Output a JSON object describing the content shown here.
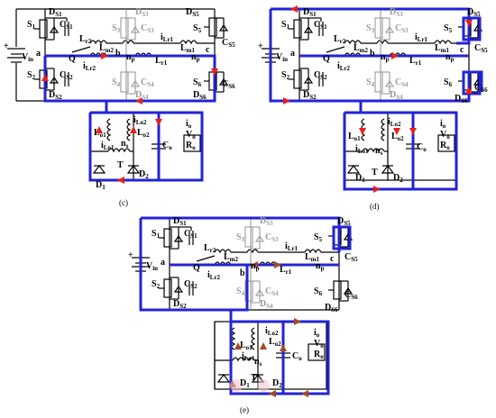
{
  "colors": {
    "path": "#2323d6",
    "arrow": "#e8201c",
    "arrow_alt": "#a34a20",
    "inactive": "#9a9a9a",
    "ink": "#000000"
  },
  "labels": {
    "vin_main": "V",
    "vin_sub": "in",
    "node_a": "a",
    "node_b": "b",
    "node_c": "c",
    "q": "Q",
    "s1": "S",
    "s1_sub": "1",
    "s2": "S",
    "s2_sub": "2",
    "s3": "S",
    "s3_sub": "3",
    "s4": "S",
    "s4_sub": "4",
    "s5": "S",
    "s5_sub": "5",
    "s6": "S",
    "s6_sub": "6",
    "ds1": "D",
    "ds1_sub": "S1",
    "ds2": "D",
    "ds2_sub": "S2",
    "ds3": "D",
    "ds3_sub": "S3",
    "ds4": "D",
    "ds4_sub": "S4",
    "ds5": "D",
    "ds5_sub": "S5",
    "ds6": "D",
    "ds6_sub": "S6",
    "cs1": "C",
    "cs1_sub": "S1",
    "cs2": "C",
    "cs2_sub": "S2",
    "cs3": "C",
    "cs3_sub": "S3",
    "cs4": "C",
    "cs4_sub": "S4",
    "cs5": "C",
    "cs5_sub": "S5",
    "cs6": "C",
    "cs6_sub": "S6",
    "lr2": "L",
    "lr2_sub": "r2",
    "lm2": "L",
    "lm2_sub": "m2",
    "lr1": "L",
    "lr1_sub": "r1",
    "lm1": "L",
    "lm1_sub": "m1",
    "ilr1": "i",
    "ilr1_sub": "Lr1",
    "ilr2": "i",
    "ilr2_sub": "Lr2",
    "np": "n",
    "np_sub": "p",
    "ns": "n",
    "ns_sub": "s",
    "t": "T",
    "lo1": "L",
    "lo1_sub": "o1",
    "lo2": "L",
    "lo2_sub": "o2",
    "ilo1": "i",
    "ilo1_sub": "Lo1",
    "ilo2": "i",
    "ilo2_sub": "Lo2",
    "co": "C",
    "co_sub": "o",
    "io": "i",
    "io_sub": "o",
    "vo": "V",
    "vo_sub": "o",
    "ro": "R",
    "ro_sub": "o",
    "d1": "D",
    "d1_sub": "1",
    "d2": "D",
    "d2_sub": "2",
    "plus": "+",
    "minus": "−"
  },
  "captions": [
    "(c)",
    "(d)",
    "(e)"
  ]
}
